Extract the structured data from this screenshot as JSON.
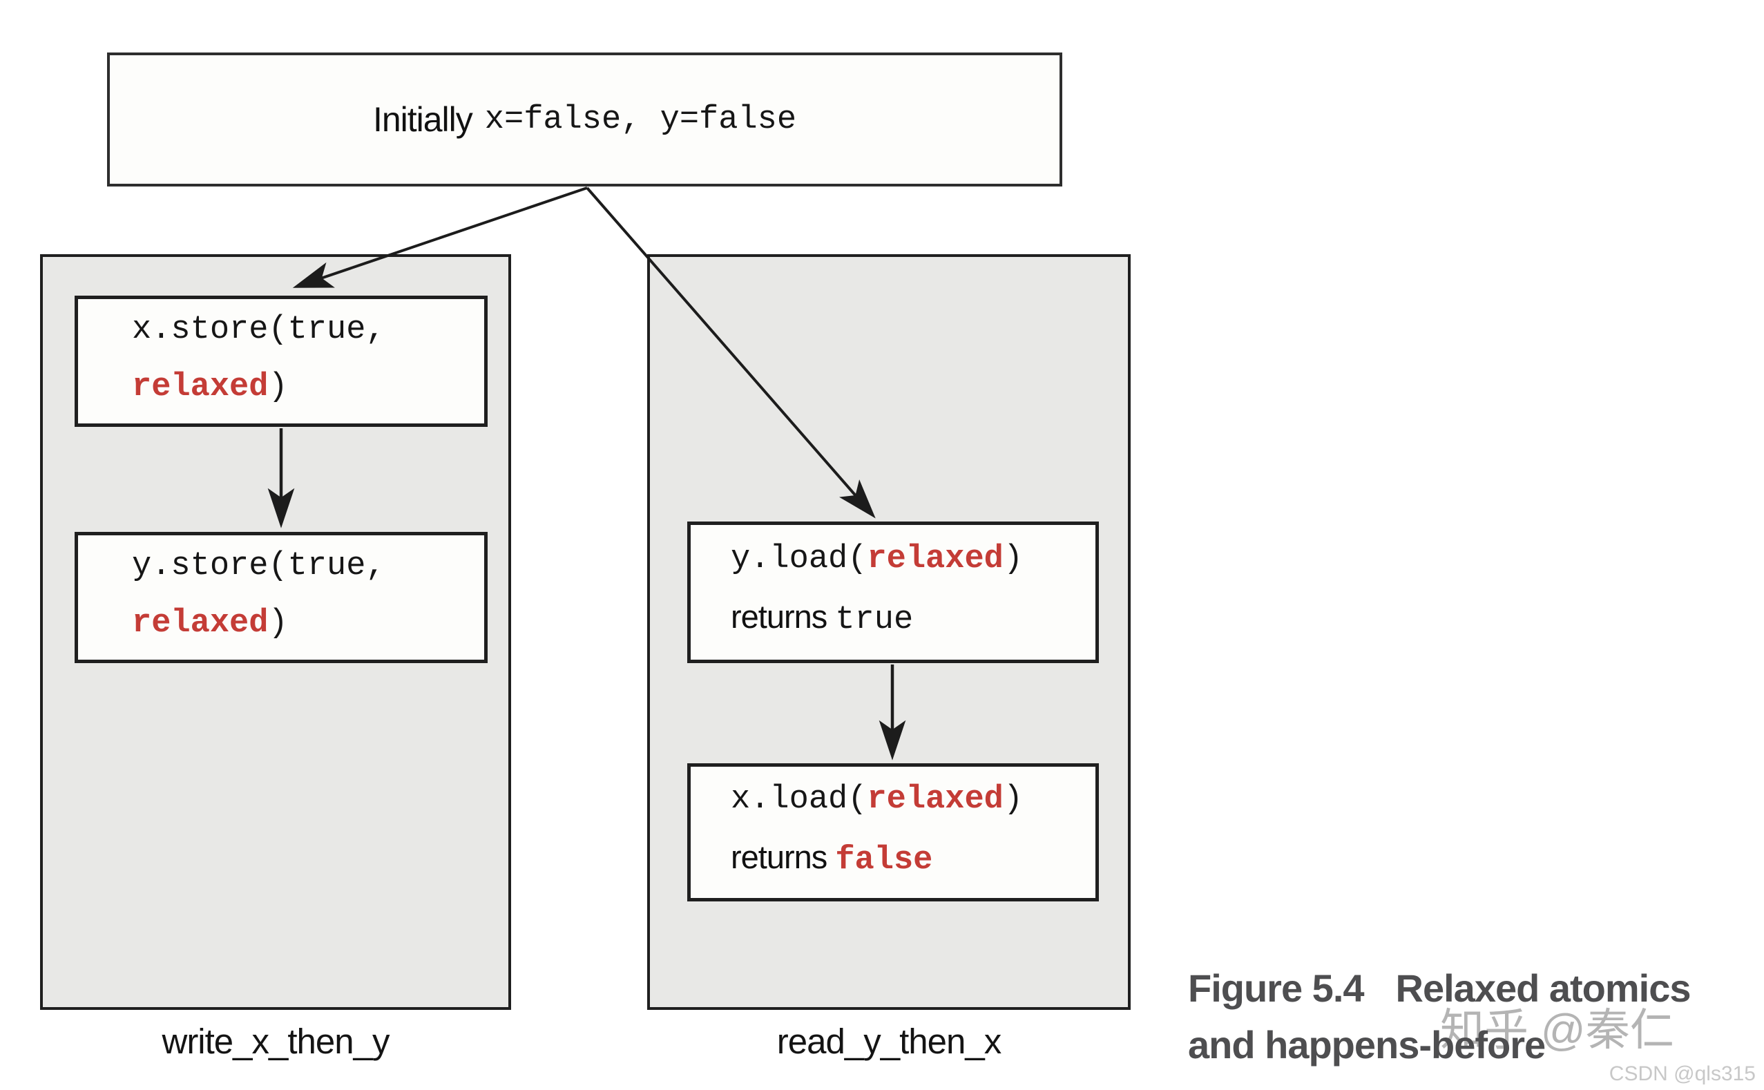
{
  "figure": {
    "kind": "diagram",
    "initial_box": {
      "prefix": "Initially",
      "code": "x=false, y=false"
    },
    "threads": [
      {
        "id": "write_x_then_y",
        "label": "write_x_then_y",
        "steps": [
          {
            "name": "x-store",
            "lines": [
              [
                {
                  "t": "x.store(true,",
                  "s": "mono"
                }
              ],
              [
                {
                  "t": "relaxed",
                  "s": "mono-red"
                },
                {
                  "t": ")",
                  "s": "mono"
                }
              ]
            ]
          },
          {
            "name": "y-store",
            "lines": [
              [
                {
                  "t": "y.store(true,",
                  "s": "mono"
                }
              ],
              [
                {
                  "t": "relaxed",
                  "s": "mono-red"
                },
                {
                  "t": ")",
                  "s": "mono"
                }
              ]
            ]
          }
        ]
      },
      {
        "id": "read_y_then_x",
        "label": "read_y_then_x",
        "steps": [
          {
            "name": "y-load",
            "lines": [
              [
                {
                  "t": "y.load(",
                  "s": "mono"
                },
                {
                  "t": "relaxed",
                  "s": "mono-red"
                },
                {
                  "t": ")",
                  "s": "mono"
                }
              ],
              [
                {
                  "t": "returns ",
                  "s": "sans"
                },
                {
                  "t": "true",
                  "s": "mono"
                }
              ]
            ]
          },
          {
            "name": "x-load",
            "lines": [
              [
                {
                  "t": "x.load(",
                  "s": "mono"
                },
                {
                  "t": "relaxed",
                  "s": "mono-red"
                },
                {
                  "t": ")",
                  "s": "mono"
                }
              ],
              [
                {
                  "t": "returns ",
                  "s": "sans"
                },
                {
                  "t": "false",
                  "s": "mono-red"
                }
              ]
            ]
          }
        ]
      }
    ],
    "edges": [
      {
        "from": "initial-state",
        "to": "x-store"
      },
      {
        "from": "initial-state",
        "to": "y-load"
      },
      {
        "from": "x-store",
        "to": "y-store"
      },
      {
        "from": "y-load",
        "to": "x-load"
      }
    ]
  },
  "caption": {
    "figure_label": "Figure 5.4",
    "title_line1": "Relaxed atomics",
    "title_line2": "and happens-before"
  },
  "watermarks": {
    "zhihu": "知乎 @秦仁",
    "csdn": "CSDN @qls315"
  },
  "colors": {
    "accent_red": "#c43c36",
    "line_ink": "#1f1f1f",
    "panel_fill": "#e8e8e6",
    "caption_gray": "#4e4e50",
    "watermark_gray": "#b4b4b4",
    "csdn_gray": "#c8c8c8"
  }
}
